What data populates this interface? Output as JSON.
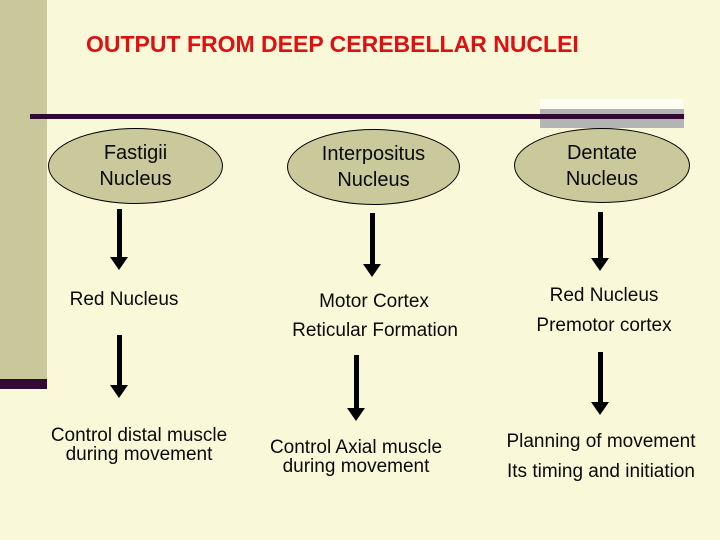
{
  "slide_title": "OUTPUT FROM DEEP CEREBELLAR NUCLEI",
  "colors": {
    "background": "#F9F9D9",
    "sidebar": "#C8C89A",
    "accent_purple": "#330A33",
    "accent_gray": "#B4B4B4",
    "title_red": "#DD1111",
    "shape_fill": "#C9C99C"
  },
  "columns": [
    {
      "nucleus": {
        "line1": "Fastigii",
        "line2": "Nucleus"
      },
      "targets": [
        "Red Nucleus"
      ],
      "outcome": {
        "line1": "Control distal muscle",
        "line2": "during movement"
      }
    },
    {
      "nucleus": {
        "line1": "Interpositus",
        "line2": "Nucleus"
      },
      "targets": [
        "Motor Cortex",
        "Reticular Formation"
      ],
      "outcome": {
        "line1": "Control Axial muscle",
        "line2": "during movement"
      }
    },
    {
      "nucleus": {
        "line1": "Dentate",
        "line2": "Nucleus"
      },
      "targets": [
        "Red Nucleus",
        "Premotor cortex"
      ],
      "outcome": {
        "line1": "Planning of movement",
        "line2": "Its timing and initiation"
      }
    }
  ]
}
